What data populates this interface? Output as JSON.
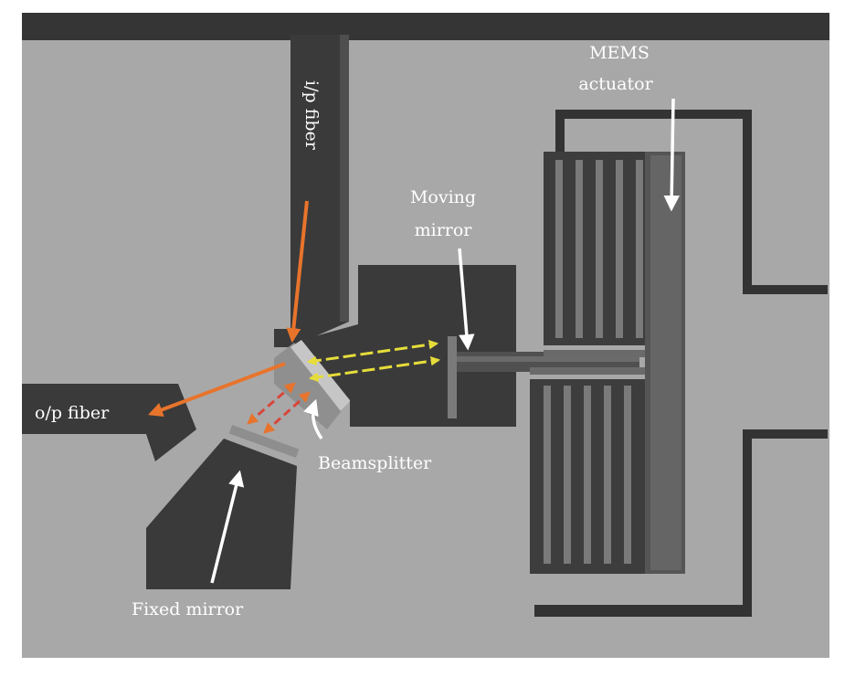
{
  "labels": {
    "input_fiber": "i/p fiber",
    "output_fiber": "o/p fiber",
    "moving_mirror_line1": "Moving",
    "moving_mirror_line2": "mirror",
    "mems_line1": "MEMS",
    "mems_line2": "actuator",
    "beamsplitter": "Beamsplitter",
    "fixed_mirror": "Fixed mirror"
  },
  "colors": {
    "substrate": "#a8a8a8",
    "etched": "#3a3a3a",
    "top_band": "#353535",
    "input_beam": "#e8742c",
    "output_beam": "#e8742c",
    "reflected_beam": "#e6dd3a",
    "fixed_arm_beam": "#d8463a",
    "label": "#ffffff"
  }
}
